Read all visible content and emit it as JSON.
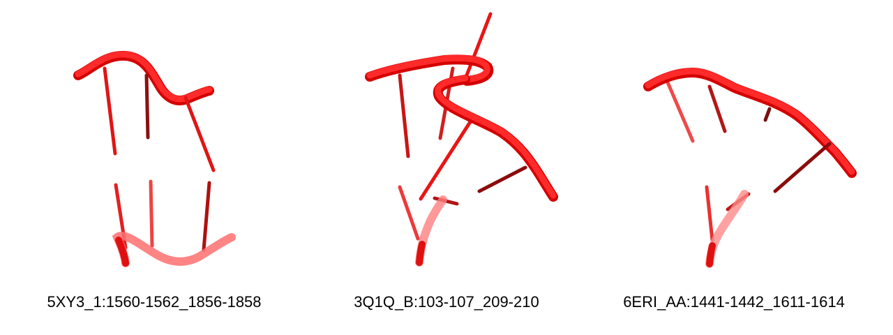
{
  "colors": {
    "backbone": "#ff1a1a",
    "backbone_shadow": "#9e0000",
    "caption_text": "#000000",
    "background": "#ffffff"
  },
  "panels": [
    {
      "label": "5XY3_1:1560-1562_1856-1858"
    },
    {
      "label": "3Q1Q_B:103-107_209-210"
    },
    {
      "label": "6ERI_AA:1441-1442_1611-1614"
    }
  ]
}
